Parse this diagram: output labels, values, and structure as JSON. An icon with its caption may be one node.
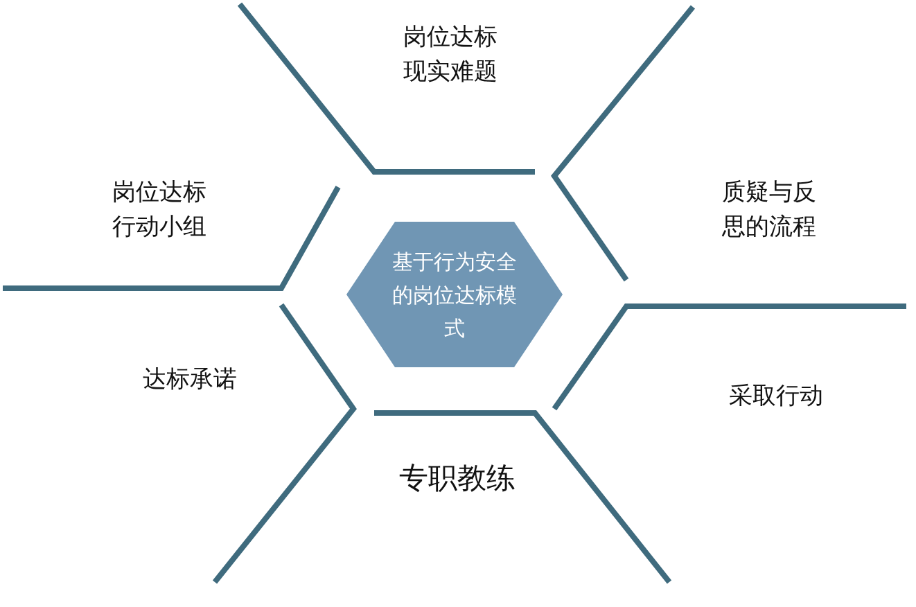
{
  "diagram": {
    "nodes": [
      {
        "text": [
          "基于行为安全的岗位达标模式"
        ]
      },
      {
        "text": [
          "岗位达标现实难题"
        ]
      },
      {
        "text": [
          "岗位达标行动小组"
        ]
      },
      {
        "text": [
          "质疑与反思的流程"
        ]
      },
      {
        "text": [
          "达标承诺"
        ]
      },
      {
        "text": [
          "采取行动"
        ]
      },
      {
        "text": [
          "专职教练"
        ]
      }
    ]
  }
}
